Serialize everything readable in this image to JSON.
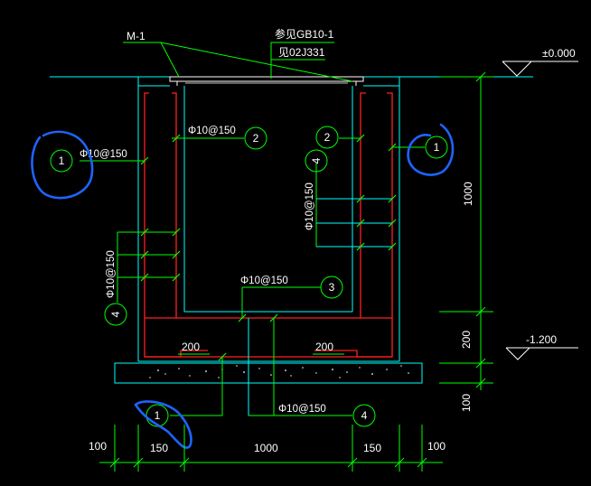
{
  "colors": {
    "background": "#000000",
    "green": "#00ff00",
    "cyan": "#00ffff",
    "red": "#ff2020",
    "white": "#ffffff",
    "blue_markup": "#1e64ff"
  },
  "labels": {
    "m1": "M-1",
    "ref_line1": "参见GB10-1",
    "ref_line2": "见02J331",
    "rebar_2_top": "Φ10@150",
    "rebar_1_left": "Φ10@150",
    "rebar_left_vertical": "Φ10@150",
    "rebar_right_vertical": "Φ10@150",
    "rebar_3": "Φ10@150",
    "rebar_4_bottom": "Φ10@150"
  },
  "circles": {
    "c1_left": "1",
    "c1_right": "1",
    "c1_bottom": "1",
    "c2_center": "2",
    "c2_right": "2",
    "c3": "3",
    "c4_left": "4",
    "c4_right": "4",
    "c4_bottom": "4"
  },
  "elevations": {
    "top": "±0.000",
    "bottom": "-1.200"
  },
  "dimensions": {
    "height_main": "1000",
    "height_slab": "200",
    "height_base": "100",
    "inner_left": "200",
    "inner_right": "200",
    "bottom_left_outer": "100",
    "bottom_left_wall": "150",
    "bottom_clear": "1000",
    "bottom_right_wall": "150",
    "bottom_right_outer": "100"
  }
}
